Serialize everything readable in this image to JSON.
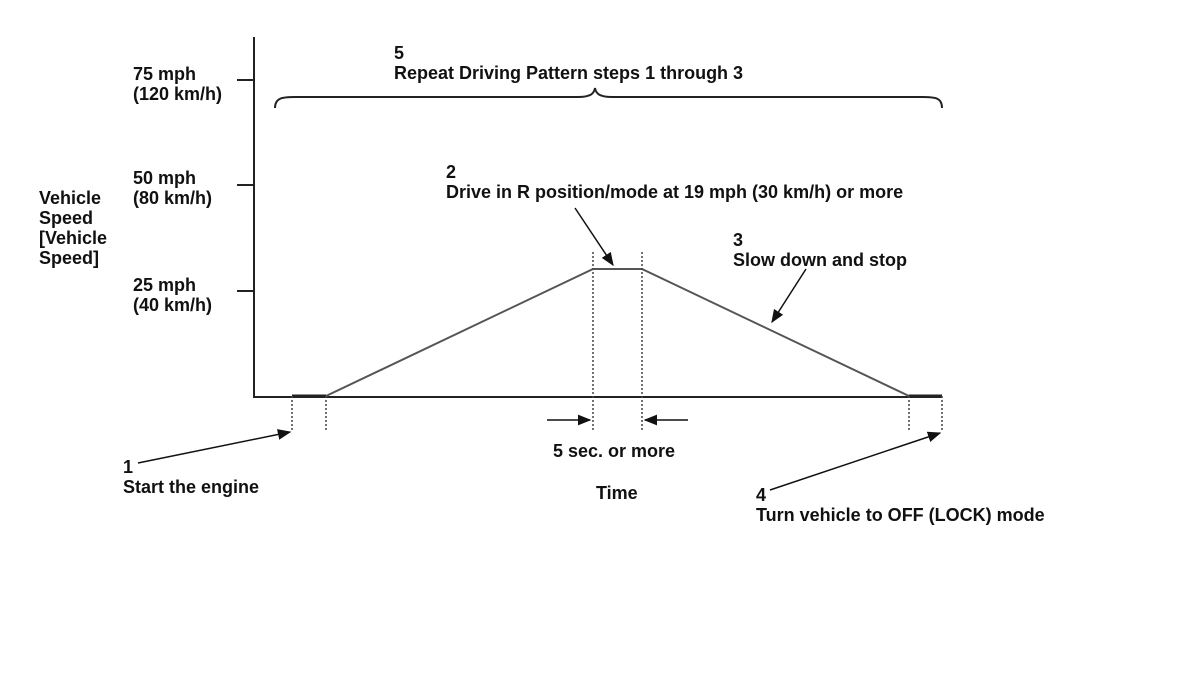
{
  "y_axis": {
    "title": [
      "Vehicle",
      "Speed",
      "[Vehicle",
      "Speed]"
    ],
    "ticks": [
      {
        "mph": "75 mph",
        "kmh": "(120 km/h)"
      },
      {
        "mph": "50 mph",
        "kmh": "(80 km/h)"
      },
      {
        "mph": "25 mph",
        "kmh": "(40 km/h)"
      }
    ]
  },
  "x_axis": {
    "title": "Time"
  },
  "steps": [
    {
      "number": "1",
      "text": "Start the engine"
    },
    {
      "number": "2",
      "text": "Drive in R position/mode at 19 mph (30 km/h) or more"
    },
    {
      "number": "3",
      "text": "Slow down and stop"
    },
    {
      "number": "4",
      "text": "Turn vehicle to OFF (LOCK) mode"
    },
    {
      "number": "5",
      "text": "Repeat Driving Pattern steps 1 through 3"
    }
  ],
  "duration_note": "5 sec. or more",
  "colors": {
    "axis": "#222222",
    "profile": "#444444",
    "text": "#111111"
  }
}
